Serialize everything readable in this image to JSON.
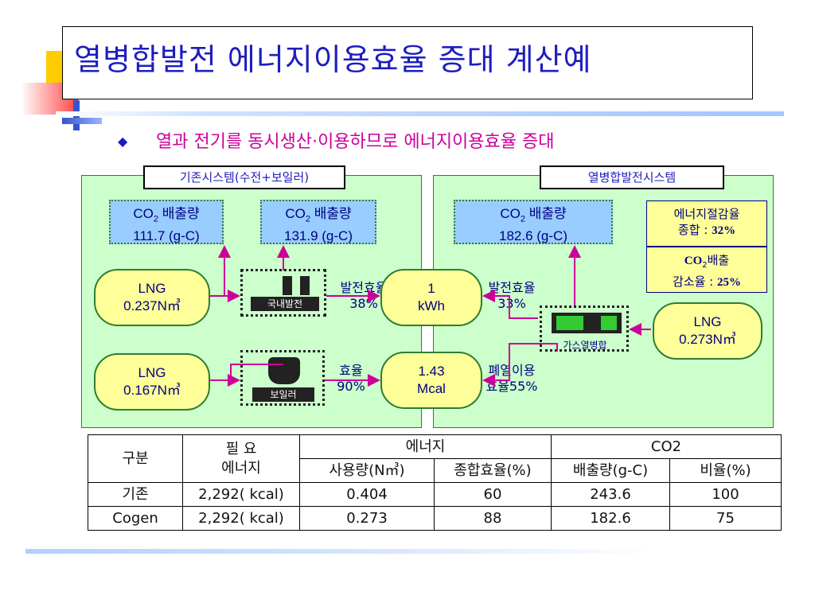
{
  "title": "열병합발전 에너지이용효율 증대 계산예",
  "subtitle": "열과 전기를 동시생산·이용하므로 에너지이용효율 증대",
  "left_panel": {
    "label": "기존시스템(수전+보일러)",
    "co2_a": {
      "line1": "CO",
      "sub": "2",
      "line1_rest": " 배출량",
      "line2": "111.7 (g-C)"
    },
    "co2_b": {
      "line1": "CO",
      "sub": "2",
      "line1_rest": " 배출량",
      "line2": "131.9 (g-C)"
    },
    "lng_top": {
      "line1": "LNG",
      "line2": "0.237N㎥"
    },
    "lng_bottom": {
      "line1": "LNG",
      "line2": "0.167N㎥"
    },
    "plant_label": "국내발전",
    "boiler_label": "보일러",
    "gen_eff_label": "발전효율",
    "gen_eff_value": "38%",
    "boiler_eff_label": "효율",
    "boiler_eff_value": "90%"
  },
  "center": {
    "elec": {
      "line1": "1",
      "line2": "kWh"
    },
    "heat": {
      "line1": "1.43",
      "line2": "Mcal"
    }
  },
  "right_panel": {
    "label": "열병합발전시스템",
    "co2": {
      "line1": "CO",
      "sub": "2",
      "line1_rest": " 배출량",
      "line2": "182.6 (g-C)"
    },
    "lng": {
      "line1": "LNG",
      "line2": "0.273N㎥"
    },
    "cogen_label": "가스열병합",
    "gen_eff_label": "발전효율",
    "gen_eff_value": "33%",
    "waste_heat_label": "폐열이용",
    "waste_heat_value": "효율55%",
    "saving": {
      "line1": "에너지절감율",
      "line2_label": "종합 : ",
      "line2_value": "32%"
    },
    "co2_reduction": {
      "line1_a": "CO",
      "line1_sub": "2",
      "line1_b": "배출",
      "line2_label": "감소율 : ",
      "line2_value": "25%"
    }
  },
  "table": {
    "header1": [
      "구분",
      "필   요\n에너지",
      "에너지",
      "CO2"
    ],
    "header2": [
      "사용량(N㎥)",
      "종합효율(%)",
      "배출량(g-C)",
      "비율(%)"
    ],
    "rows": [
      [
        "기존",
        "2,292( kcal)",
        "0.404",
        "60",
        "243.6",
        "100"
      ],
      [
        "Cogen",
        "2,292( kcal)",
        "0.273",
        "88",
        "182.6",
        "75"
      ]
    ]
  },
  "colors": {
    "title": "#1d1dbf",
    "subtitle": "#cc0099",
    "panel_bg": "#ccffcc",
    "co2_box": "#99ccff",
    "pill": "#ffff99",
    "arrow": "#cc0099"
  }
}
